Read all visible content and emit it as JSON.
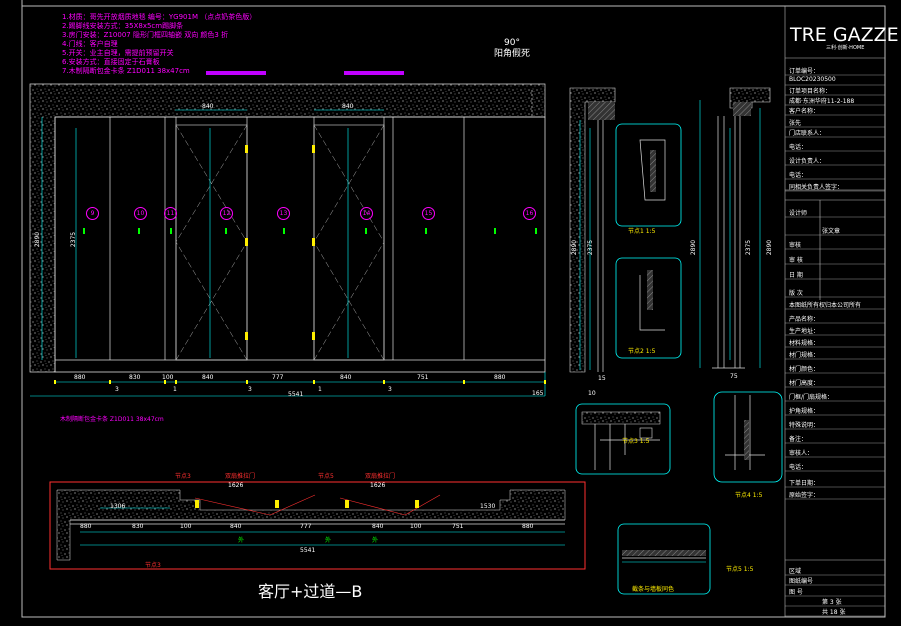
{
  "drawing_title": "客厅+过道—B",
  "corner_note": "90°\n阳角假死",
  "notes": [
    "1.材质：哥先开放烟质地毯 编号：YG901M （点点奶茶色版）",
    "2.踢脚线安装方式：35X8x5cm踢脚条",
    "3.房门安装：Z10007 隐形门框四轴嵌 双向 颜色3 折",
    "4.门线：客户自理",
    "5.开关：业主自理，需提前预留开关",
    "6.安装方式：直接固定于石膏板",
    "7.木制隔断包金卡条 Z1D011 38x47cm"
  ],
  "bottom_note": "木制隔断包金卡条 Z1D011 38x47cm",
  "elevation": {
    "bubbles": [
      "9",
      "10",
      "11",
      "12",
      "13",
      "14",
      "15",
      "16"
    ],
    "top_dims": [
      "840",
      "840"
    ],
    "dims_bottom": [
      "880",
      "830",
      "100",
      "840",
      "777",
      "840",
      "751",
      "880"
    ],
    "sub_dims": [
      "3",
      "1",
      "3",
      "1",
      "3"
    ],
    "total": "5541",
    "side_dim": "165",
    "height_left": "2890",
    "height_door": "2375"
  },
  "plan": {
    "labels": [
      "节点3",
      "双扇推拉门",
      "节点5",
      "双扇推拉门",
      "节点3"
    ],
    "dims_top": [
      "1626",
      "1626",
      "1306",
      "1530"
    ],
    "dims_bottom": [
      "880",
      "830",
      "100",
      "840",
      "777",
      "840",
      "100",
      "751",
      "880"
    ],
    "total": "5541",
    "dir_labels": [
      "外",
      "外",
      "外"
    ]
  },
  "sections": {
    "labels": [
      "节点1 1:5",
      "节点2 1:5",
      "节点3 1:5",
      "节点4 1:5",
      "节点5 1:5",
      "截条与墙板同色"
    ],
    "heights": [
      "2890",
      "2375",
      "2890",
      "2375",
      "2890"
    ],
    "small_dims": [
      "15",
      "10",
      "75"
    ]
  },
  "title_block": {
    "brand": "TRE GAZZE",
    "brand_sub": "三利·创新·HOME",
    "rows": [
      "订单编号：",
      "BLOC20230500",
      "订单项目名称：",
      "成都·东洲华府11-2-188",
      "客户名称：",
      "张先",
      "门店联系人：",
      "电话：",
      "设计负责人：",
      "电话：",
      "同相关负责人签字：",
      "设计师",
      "张文章",
      "审核",
      "审 核",
      "日 期",
      "版 次",
      "本图纸所有权归本公司所有",
      "产品名称：",
      "生产地址：",
      "材料规格：",
      "材门规格：",
      "材门颜色：",
      "材门高度：",
      "门框/门扇规格：",
      "护角规格：",
      "特殊说明：",
      "备注：",
      "审核人：",
      "电话：",
      "下单日期：",
      "原始签字：",
      "区域",
      "图纸编号",
      "图 号",
      "第 3 张",
      "共 18 张"
    ]
  }
}
